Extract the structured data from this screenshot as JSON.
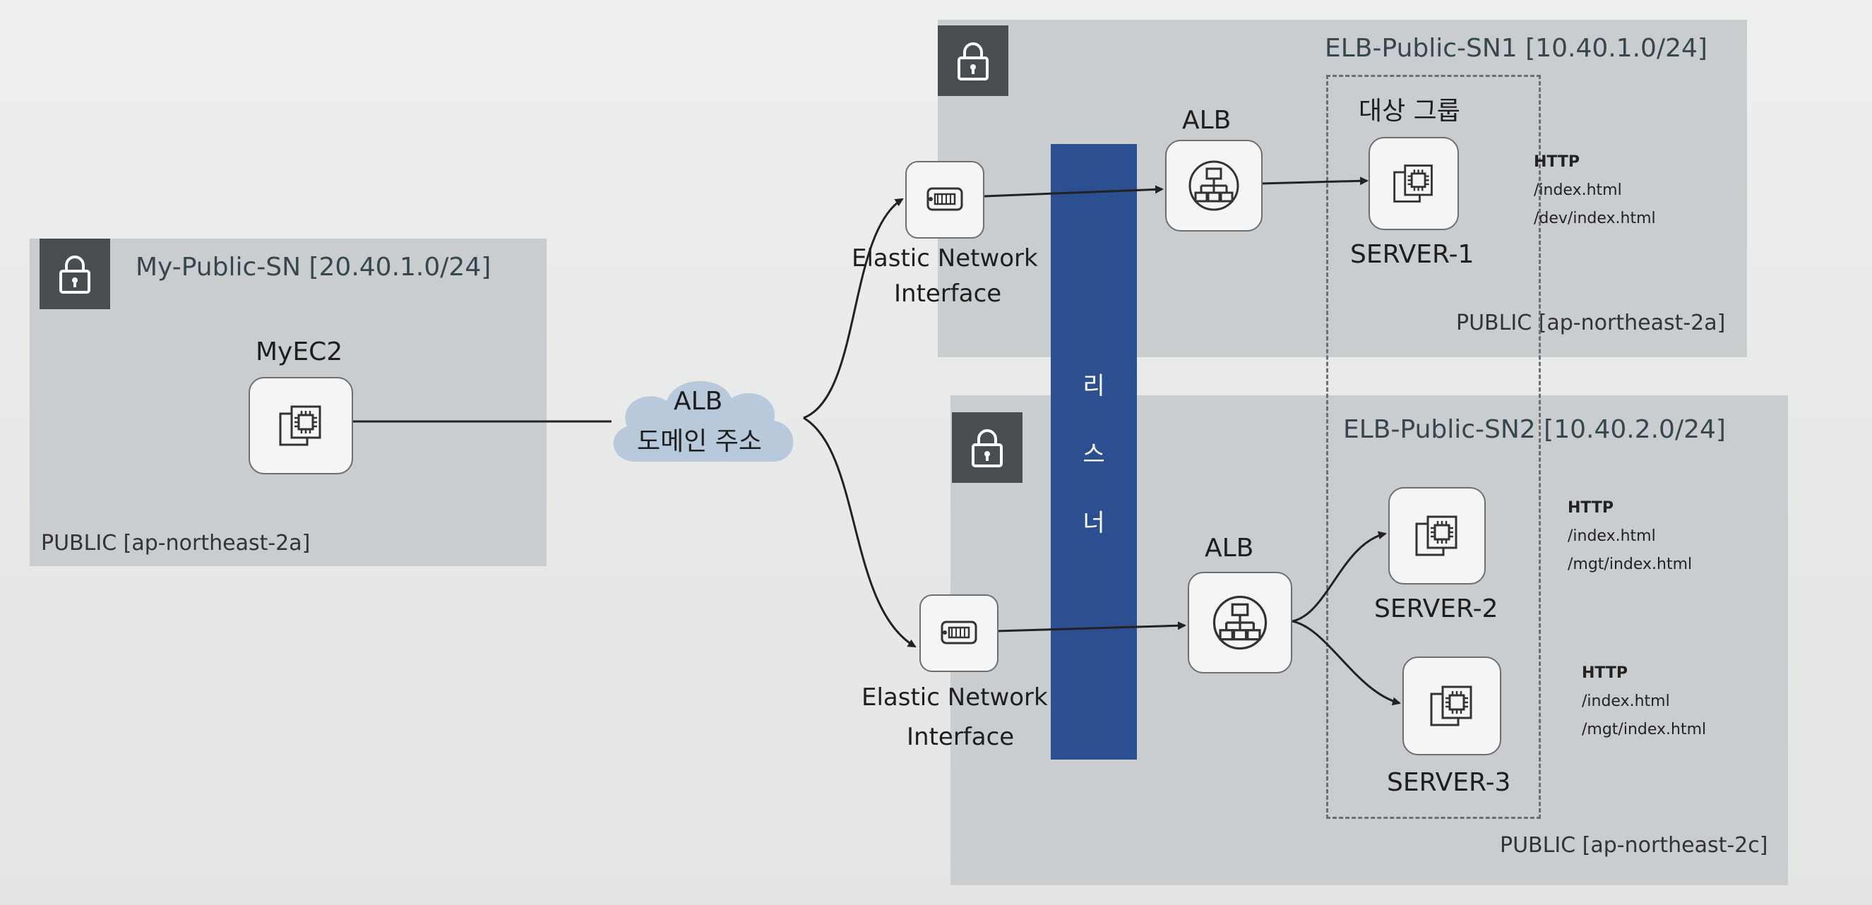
{
  "subnets": {
    "my_public": {
      "title": "My-Public-SN [20.40.1.0/24]",
      "region": "PUBLIC [ap-northeast-2a]"
    },
    "elb_sn1": {
      "title": "ELB-Public-SN1 [10.40.1.0/24]",
      "region": "PUBLIC [ap-northeast-2a]"
    },
    "elb_sn2": {
      "title": "ELB-Public-SN2 [10.40.2.0/24]",
      "region": "PUBLIC [ap-northeast-2c]"
    }
  },
  "nodes": {
    "myec2": "MyEC2",
    "cloud_line1": "ALB",
    "cloud_line2": "도메인 주소",
    "eni1_line1": "Elastic Network",
    "eni1_line2": "Interface",
    "eni2_line1": "Elastic Network",
    "eni2_line2": "Interface",
    "alb1": "ALB",
    "alb2": "ALB",
    "target_group": "대상 그룹",
    "server1": "SERVER-1",
    "server2": "SERVER-2",
    "server3": "SERVER-3"
  },
  "listener": {
    "chars": [
      "리",
      "스",
      "너"
    ]
  },
  "http_rules": {
    "server1": [
      "HTTP",
      "/index.html",
      "/dev/index.html"
    ],
    "server2": [
      "HTTP",
      "/index.html",
      "/mgt/index.html"
    ],
    "server3": [
      "HTTP",
      "/index.html",
      "/mgt/index.html"
    ]
  },
  "colors": {
    "subnet": "#c9cdd0",
    "lock_box": "#4a4d4f",
    "listener_bar": "#2b4f91",
    "cloud": "#b9c9dc"
  },
  "icons": [
    "lock-icon",
    "ec2-chip-icon",
    "cloud-icon",
    "eni-icon",
    "alb-icon"
  ]
}
